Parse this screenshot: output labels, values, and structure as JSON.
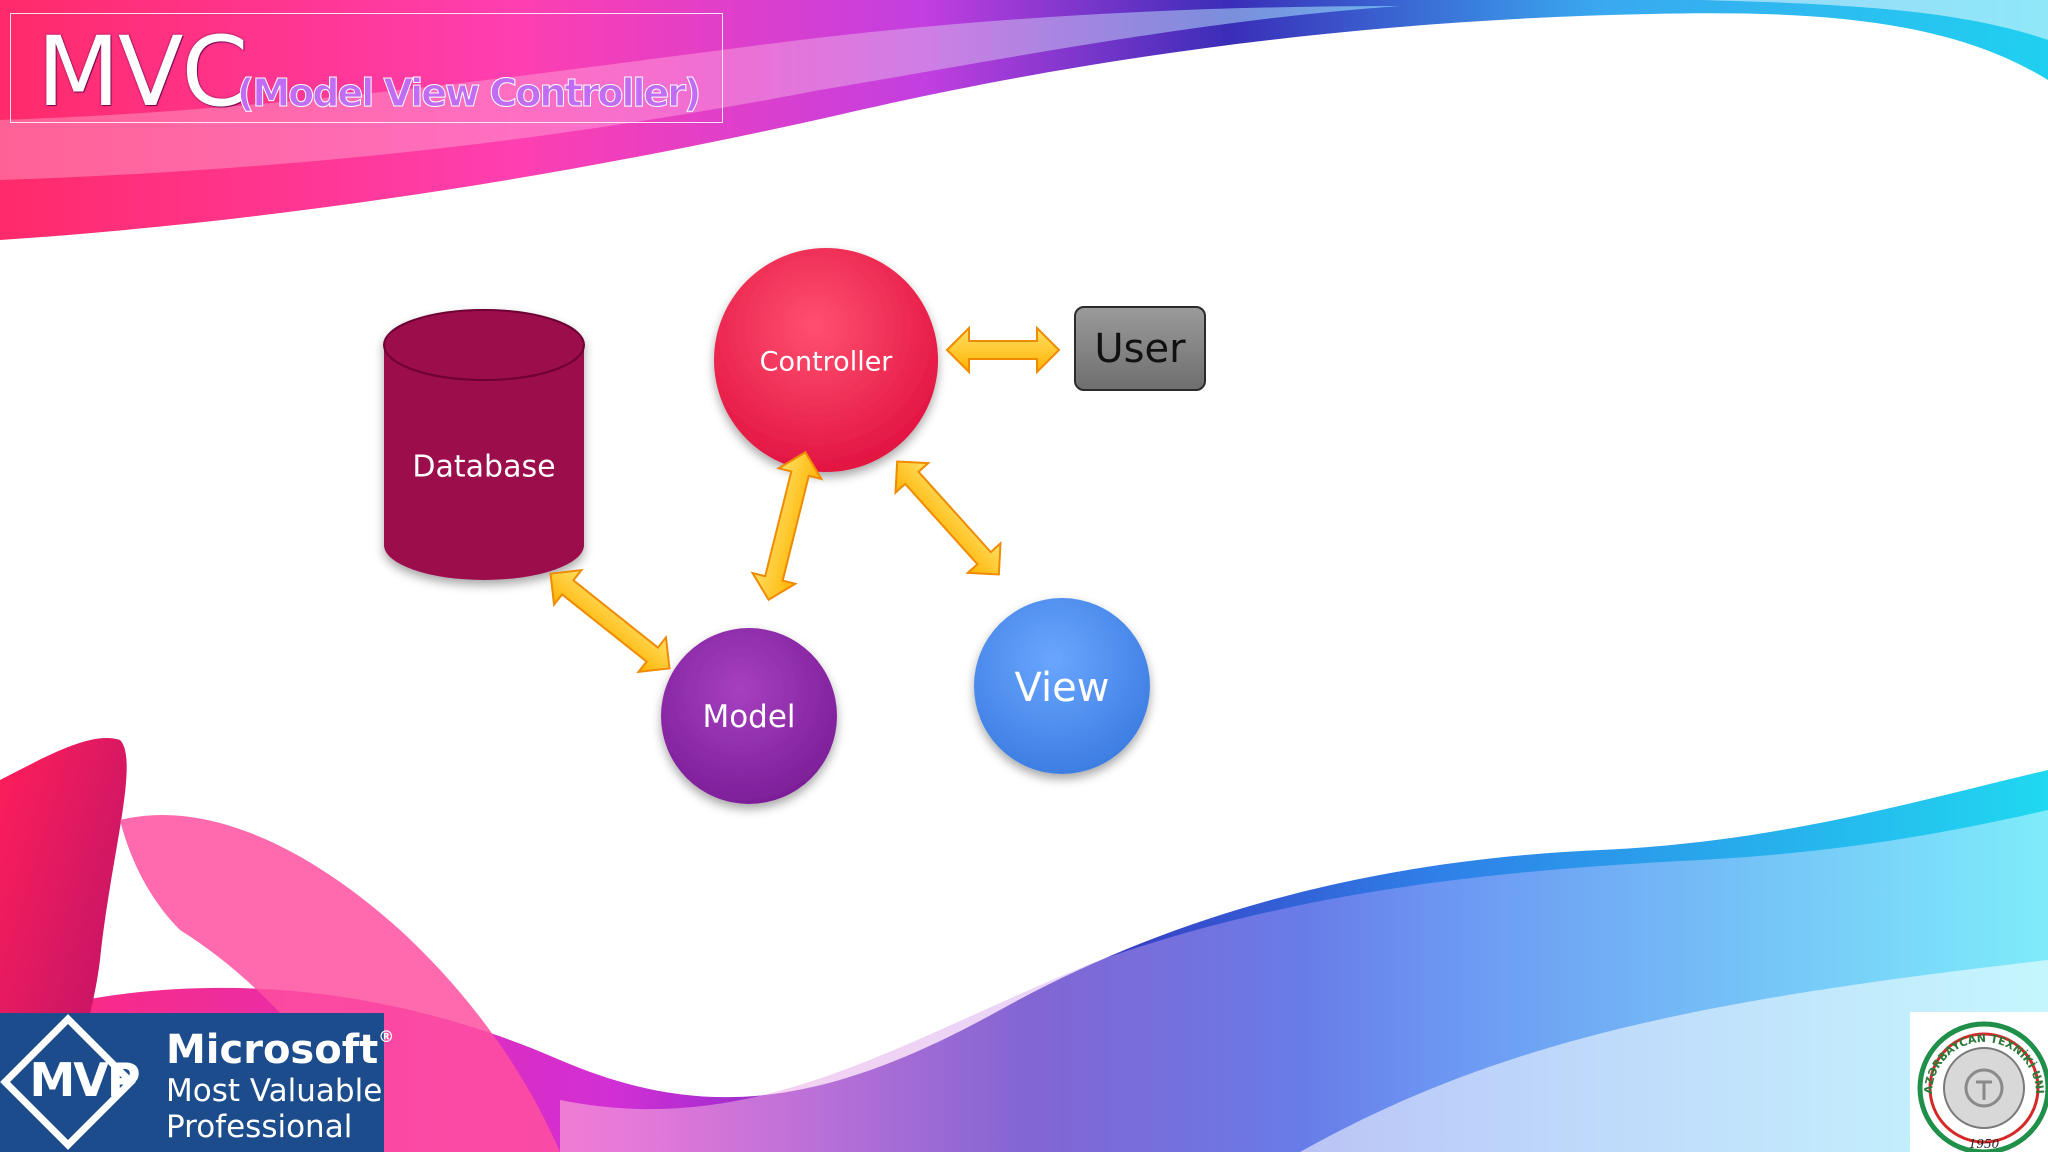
{
  "slide": {
    "title": "MVC",
    "subtitle": "(Model View Controller)"
  },
  "diagram": {
    "nodes": {
      "database": "Database",
      "controller": "Controller",
      "user": "User",
      "model": "Model",
      "view": "View"
    },
    "colors": {
      "database": "#9b0a4b",
      "controller": "#f2244f",
      "user": "#808080",
      "model": "#8d2aa9",
      "view": "#4f8ff0",
      "arrow": "#ffc21a"
    }
  },
  "badge": {
    "mvp": "MVP",
    "brand": "Microsoft",
    "registered": "®",
    "line2": "Most Valuable",
    "line3": "Professional"
  },
  "seal": {
    "top_text": "AZƏRBAYCAN TEXNİKİ UNİVERSİTETİ",
    "year": "1950"
  }
}
